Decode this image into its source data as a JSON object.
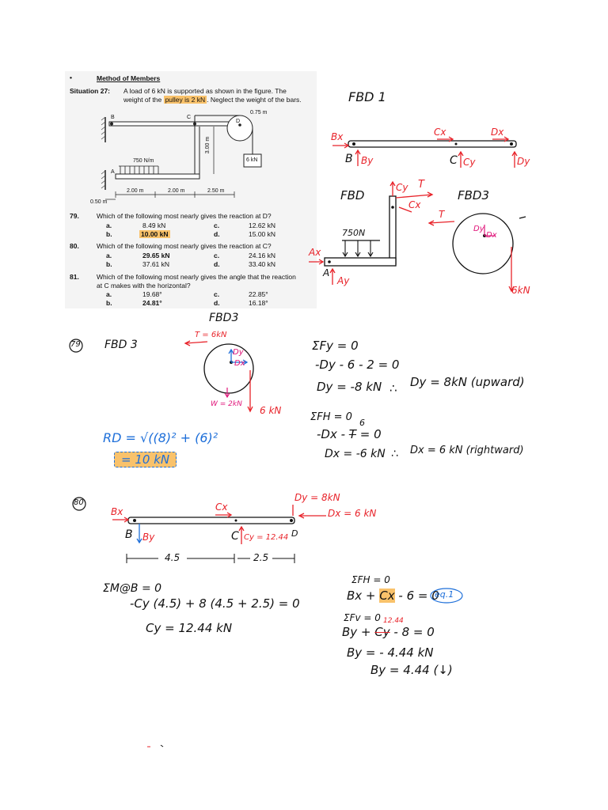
{
  "textbook": {
    "bullet": "•",
    "section_heading": "Method of Members",
    "situation_label": "Situation 27:",
    "situation_text_1": "A load of 6 kN is supported as shown in the figure. The",
    "situation_text_2a": "weight of the ",
    "situation_text_2b": "pulley is 2 kN",
    "situation_text_2c": ". Neglect the weight of the bars.",
    "figure": {
      "label_b": "B",
      "label_c": "C",
      "label_d": "D",
      "label_a": "A",
      "dim_075": "0.75 m",
      "dim_300": "3.00 m",
      "load_dist": "750 N/m",
      "load_6": "6 kN",
      "dim_2a": "2.00 m",
      "dim_2b": "2.00 m",
      "dim_25": "2.50 m",
      "dim_050": "0.50 m"
    },
    "questions": [
      {
        "num": "79.",
        "text": "Which of the following most nearly gives the reaction at D?",
        "a_l": "a.",
        "a": "8.49 kN",
        "c_l": "c.",
        "c": "12.62 kN",
        "b_l": "b.",
        "b": "10.00 kN",
        "d_l": "d.",
        "d": "15.00 kN"
      },
      {
        "num": "80.",
        "text": "Which of the following most nearly gives the reaction at C?",
        "a_l": "a.",
        "a": "29.65 kN",
        "c_l": "c.",
        "c": "24.16 kN",
        "b_l": "b.",
        "b": "37.61 kN",
        "d_l": "d.",
        "d": "33.40 kN"
      },
      {
        "num": "81.",
        "text": "Which of the following most nearly gives the angle that the reaction",
        "text2": "at C makes with the horizontal?",
        "a_l": "a.",
        "a": "19.68°",
        "c_l": "c.",
        "c": "22.85°",
        "b_l": "b.",
        "b": "24.81°",
        "d_l": "d.",
        "d": "16.18°"
      }
    ]
  },
  "notes": {
    "fbd1_title": "FBD 1",
    "fbd1": {
      "bx": "Bx",
      "cx": "Cx",
      "dx": "Dx",
      "b": "B",
      "by": "By",
      "c": "C",
      "cy": "Cy",
      "dy": "Dy"
    },
    "fbd2": {
      "title": "FBD",
      "cy": "Cy",
      "t": "T",
      "cx": "Cx",
      "load": "750N",
      "ax": "Ax",
      "a": "A",
      "ay": "Ay"
    },
    "fbd3": {
      "title": "FBD3",
      "t": "T",
      "dy": "Dy",
      "dx": "Dx",
      "load": "6kN"
    },
    "sol79": {
      "fbd_title": "FBD3",
      "num": "79",
      "fbd_label": "FBD 3",
      "t_label": "T = 6kN",
      "dy": "Dy",
      "dx": "Dx",
      "w": "W = 2kN",
      "load": "6 kN",
      "sum_fy": "ΣFy = 0",
      "eq1": "-Dy - 6 - 2 = 0",
      "eq2": "Dy = -8 kN",
      "therefore1": "∴",
      "ans1": "Dy = 8kN (upward)",
      "sum_fh": "ΣFH = 0",
      "eq3_a": "-Dx - ",
      "eq3_crossed": "T",
      "eq3_num": "6",
      "eq3_b": " = 0",
      "eq4": "Dx = -6 kN",
      "therefore2": "∴",
      "ans2": "Dx = 6 kN (rightward)",
      "rd": "RD = √((8)² + (6)²",
      "rd_ans": "= 10 kN"
    },
    "sol80": {
      "num": "80",
      "dy": "Dy = 8kN",
      "bx": "Bx",
      "cx": "Cx",
      "dx": "Dx = 6 kN",
      "b": "B",
      "by": "By",
      "c": "C",
      "cy": "Cy = 12.44",
      "d": "D",
      "len1": "4.5",
      "len2": "2.5",
      "moment": "ΣM@B = 0",
      "m_eq": "-Cy (4.5) + 8 (4.5 + 2.5) = 0",
      "cy_ans": "Cy = 12.44 kN",
      "sum_fh": "ΣFH = 0",
      "fh_a": "Bx + ",
      "fh_cx": "Cx",
      "fh_b": " - 6 = 0",
      "eq_tag": "eq.1",
      "sum_fv": "ΣFv = 0",
      "fv_over": "12.44",
      "fv_a": "By + ",
      "fv_crossed": "Cy",
      "fv_b": " - 8 = 0",
      "by_eq": "By = - 4.44 kN",
      "by_ans": "By = 4.44 (↓)"
    }
  },
  "colors": {
    "red": "#e8232a",
    "magenta": "#e0167a",
    "highlight": "#f9c26b",
    "blue": "#1e6fd9",
    "gray_paper": "#f2f2f2"
  }
}
